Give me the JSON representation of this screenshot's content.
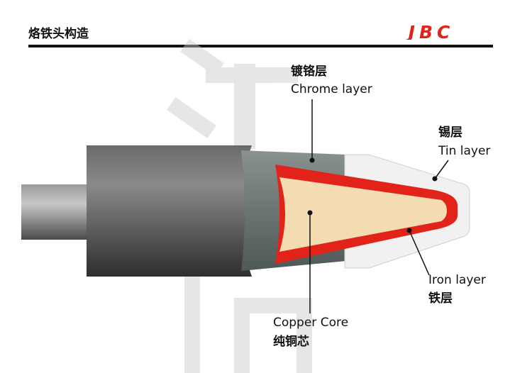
{
  "header": {
    "title": "烙铁头构造",
    "logo_text": "JBC"
  },
  "labels": {
    "chrome_cn": "镀铬层",
    "chrome_en": "Chrome layer",
    "tin_cn": "锡层",
    "tin_en": "Tin layer",
    "iron_en": "Iron layer",
    "iron_cn": "铁层",
    "copper_en": "Copper Core",
    "copper_cn": "纯铜芯"
  },
  "colors": {
    "brand": "#e2231a",
    "iron_layer": "#e2231a",
    "copper_core": "#f3dcb2",
    "chrome_layer": "#6f7b78",
    "tin_layer": "#f1f1f1"
  }
}
